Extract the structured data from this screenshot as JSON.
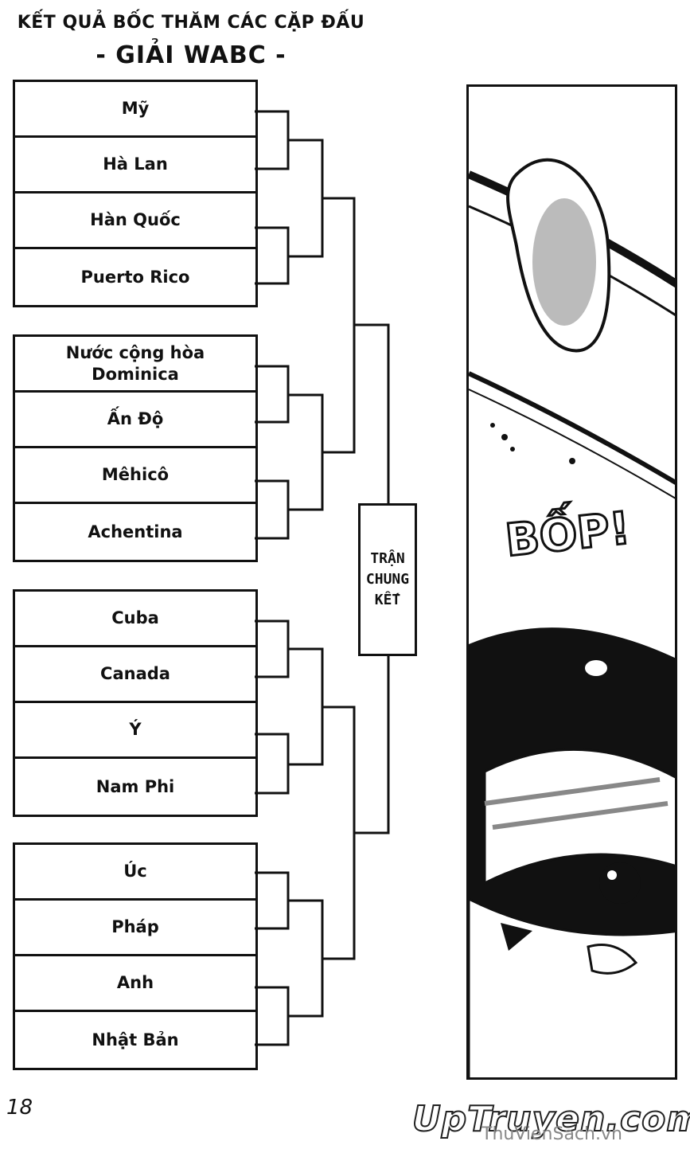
{
  "header": {
    "line1": "KẾT QUẢ BỐC THĂM CÁC CẶP ĐẤU",
    "line2": "- GIẢI WABC -"
  },
  "bracket": {
    "groups": [
      {
        "teams": [
          "Mỹ",
          "Hà Lan",
          "Hàn Quốc",
          "Puerto Rico"
        ]
      },
      {
        "teams": [
          "Nước cộng hòa Dominica",
          "Ấn Độ",
          "Mêhicô",
          "Achentina"
        ]
      },
      {
        "teams": [
          "Cuba",
          "Canada",
          "Ý",
          "Nam Phi"
        ]
      },
      {
        "teams": [
          "Úc",
          "Pháp",
          "Anh",
          "Nhật Bản"
        ]
      }
    ],
    "final_label": "TRẬN CHUNG KẾT"
  },
  "panel": {
    "sound_effect": "BỐP!"
  },
  "footer": {
    "page_number": "18",
    "watermark": "UpTruyen.com",
    "watermark_sub": "ThuVienSach.vn"
  }
}
